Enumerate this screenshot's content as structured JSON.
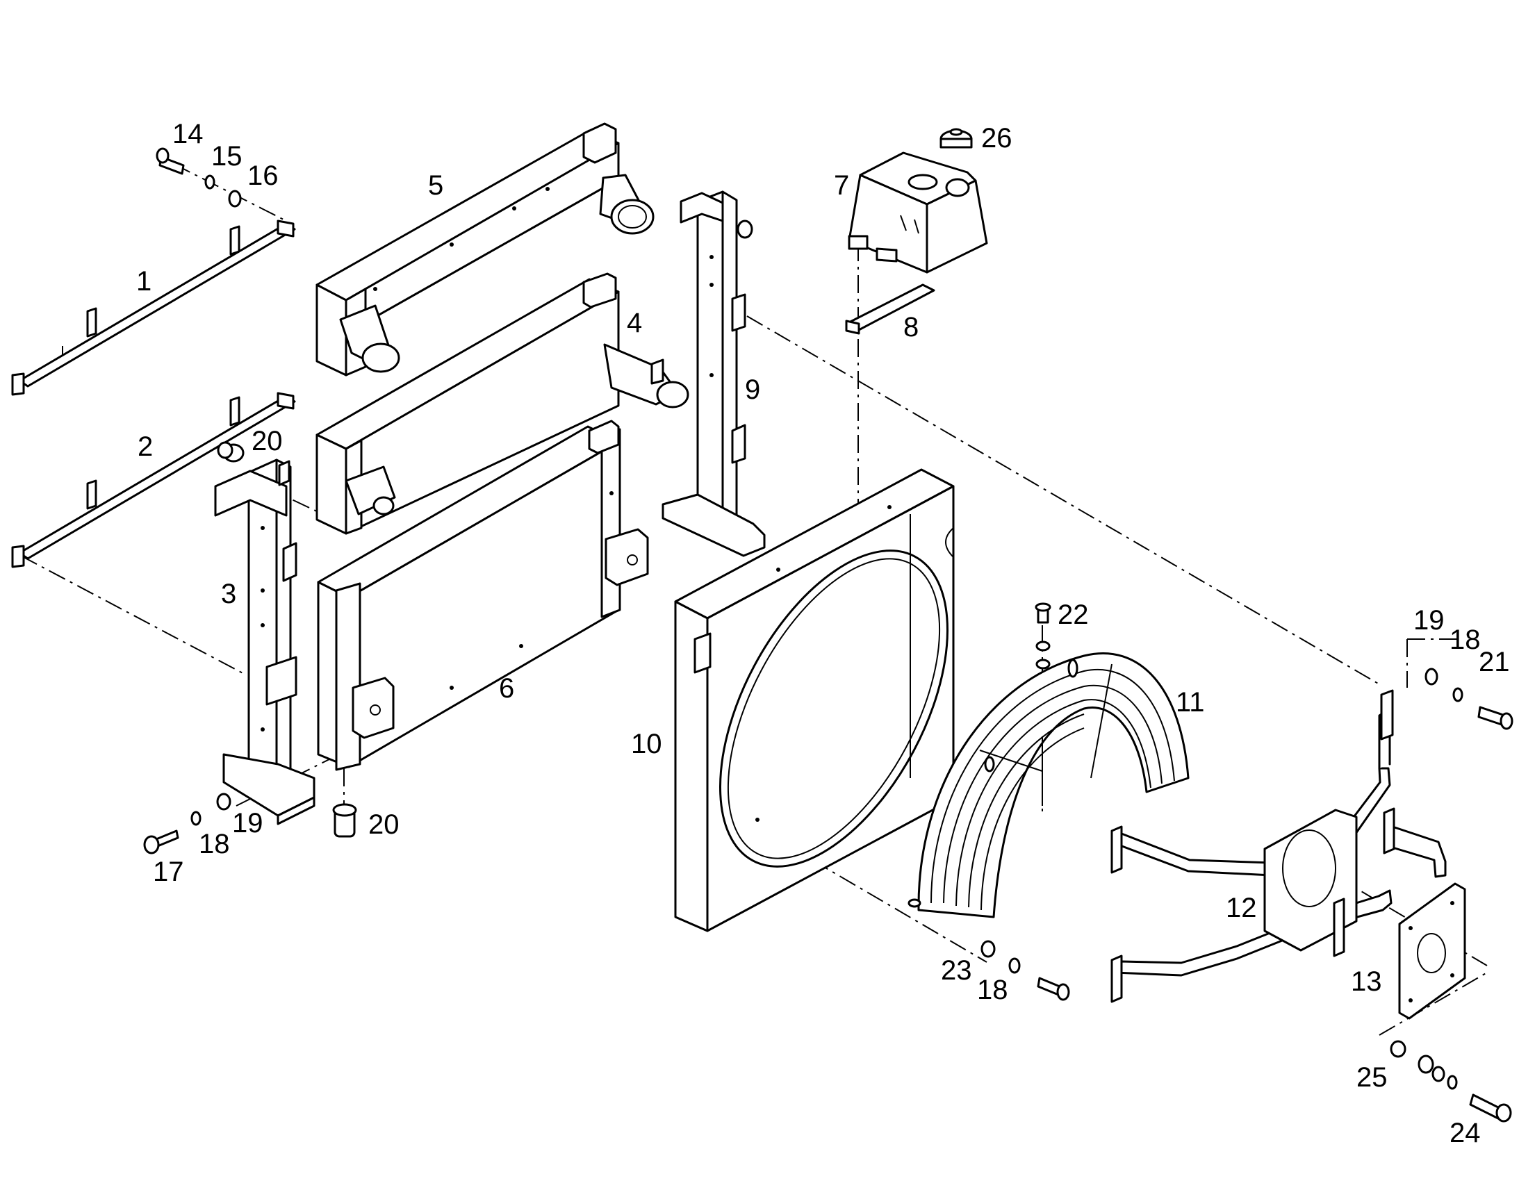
{
  "callouts": [
    {
      "id": "c14",
      "text": "14"
    },
    {
      "id": "c15",
      "text": "15"
    },
    {
      "id": "c16",
      "text": "16"
    },
    {
      "id": "c1",
      "text": "1"
    },
    {
      "id": "c2",
      "text": "2"
    },
    {
      "id": "c20a",
      "text": "20"
    },
    {
      "id": "c3",
      "text": "3"
    },
    {
      "id": "c17",
      "text": "17"
    },
    {
      "id": "c18a",
      "text": "18"
    },
    {
      "id": "c19a",
      "text": "19"
    },
    {
      "id": "c20b",
      "text": "20"
    },
    {
      "id": "c5",
      "text": "5"
    },
    {
      "id": "c4",
      "text": "4"
    },
    {
      "id": "c6",
      "text": "6"
    },
    {
      "id": "c9",
      "text": "9"
    },
    {
      "id": "c7",
      "text": "7"
    },
    {
      "id": "c26",
      "text": "26"
    },
    {
      "id": "c8",
      "text": "8"
    },
    {
      "id": "c10",
      "text": "10"
    },
    {
      "id": "c22",
      "text": "22"
    },
    {
      "id": "c11",
      "text": "11"
    },
    {
      "id": "c19b",
      "text": "19"
    },
    {
      "id": "c18b",
      "text": "18"
    },
    {
      "id": "c21",
      "text": "21"
    },
    {
      "id": "c12",
      "text": "12"
    },
    {
      "id": "c13",
      "text": "13"
    },
    {
      "id": "c23",
      "text": "23"
    },
    {
      "id": "c18c",
      "text": "18"
    },
    {
      "id": "c25",
      "text": "25"
    },
    {
      "id": "c24",
      "text": "24"
    }
  ]
}
